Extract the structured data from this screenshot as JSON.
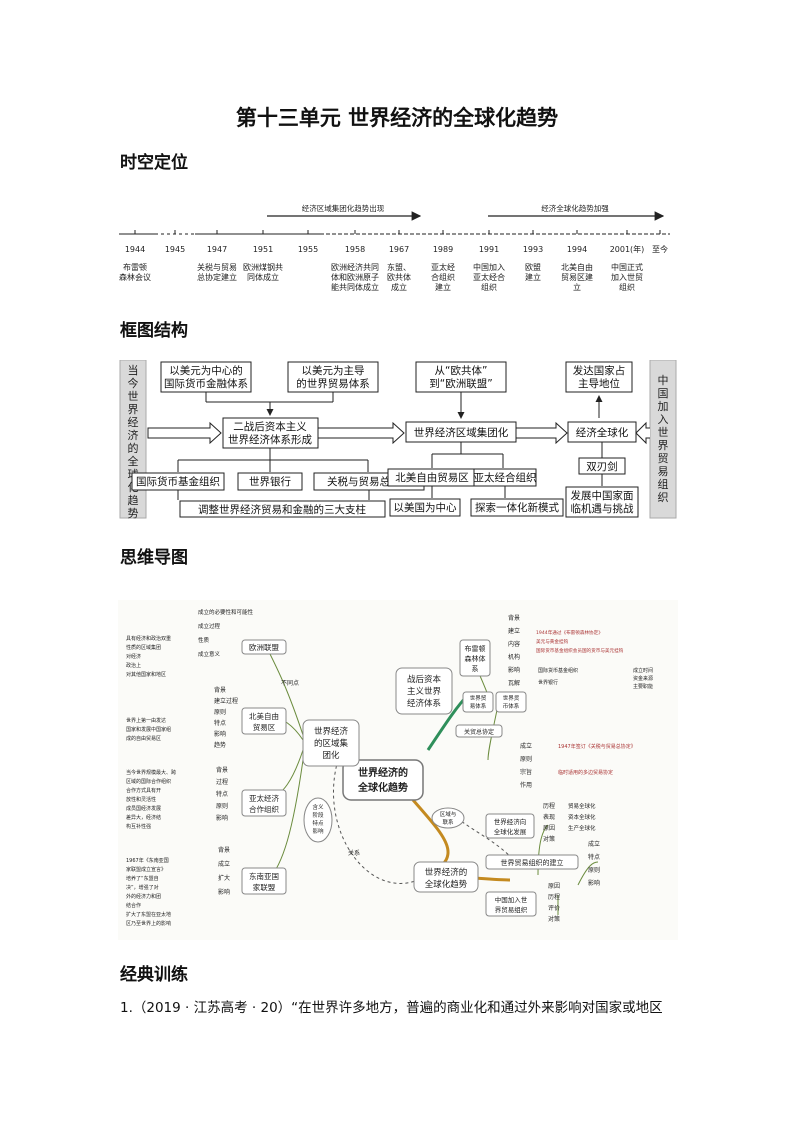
{
  "title": "第十三单元 世界经济的全球化趋势",
  "sections": {
    "timeline": "时空定位",
    "framework": "框图结构",
    "mindmap": "思维导图",
    "exercise": "经典训练"
  },
  "timeline": {
    "phase1": "经济区域集团化趋势出现",
    "phase2": "经济全球化趋势加强",
    "years": [
      "1944",
      "1945",
      "1947",
      "1951",
      "1955",
      "1958",
      "1967",
      "1989",
      "1991",
      "1993",
      "1994",
      "2001(年)",
      "至今"
    ],
    "events": [
      {
        "year": "1944",
        "lines": [
          "布雷顿",
          "森林会议"
        ]
      },
      {
        "year": "1947",
        "lines": [
          "关税与贸易",
          "总协定建立"
        ]
      },
      {
        "year": "1951",
        "lines": [
          "欧洲煤钢共",
          "同体成立"
        ]
      },
      {
        "year": "1958",
        "lines": [
          "欧洲经济共同",
          "体和欧洲原子",
          "能共同体成立"
        ]
      },
      {
        "year": "1967",
        "lines": [
          "东盟、",
          "欧共体",
          "成立"
        ]
      },
      {
        "year": "1989",
        "lines": [
          "亚太经",
          "合组织",
          "建立"
        ]
      },
      {
        "year": "1991",
        "lines": [
          "中国加入",
          "亚太经合",
          "组织"
        ]
      },
      {
        "year": "1993",
        "lines": [
          "欧盟",
          "建立"
        ]
      },
      {
        "year": "1994",
        "lines": [
          "北美自由",
          "贸易区建",
          "立"
        ]
      },
      {
        "year": "2001(年)",
        "lines": [
          "中国正式",
          "加入世贸",
          "组织"
        ]
      }
    ]
  },
  "framework": {
    "left_side": "当今世界经济的全球化趋势",
    "right_side": "中国加入世界贸易组织",
    "imf_center": [
      "以美元为中心的",
      "国际货币金融体系"
    ],
    "trade_system": [
      "以美元为主导",
      "的世界贸易体系"
    ],
    "postwar": [
      "二战后资本主义",
      "世界经济体系形成"
    ],
    "org_imf": "国际货币基金组织",
    "org_wb": "世界银行",
    "org_gatt": "关税与贸易总协定",
    "three_pillars": "调整世界经济贸易和金融的三大支柱",
    "ec_to_eu": [
      "从“欧共体”",
      "到“欧洲联盟”"
    ],
    "regional": "世界经济区域集团化",
    "nafta": "北美自由贸易区",
    "apec": "亚太经合组织",
    "us_center": "以美国为中心",
    "explore": "探索一体化新模式",
    "developed": [
      "发达国家占",
      "主导地位"
    ],
    "globalization": "经济全球化",
    "double_edge": "双刃剑",
    "china_dev": [
      "发展中国家面",
      "临机遇与挑战"
    ]
  },
  "mindmap": {
    "center": [
      "世界经济的",
      "全球化趋势"
    ],
    "b_regional": [
      "世界经济",
      "的区域集",
      "团化"
    ],
    "b_postwar": [
      "战后资本",
      "主义世界",
      "经济体系"
    ],
    "b_global": [
      "世界经济的",
      "全球化趋势"
    ],
    "eu": "欧洲联盟",
    "eu_items": [
      "成立的必要性和可能性",
      "成立过程",
      "性质",
      "成立意义"
    ],
    "eu_sub": [
      "具有经济和政治双重",
      "性质的区域集团",
      "对经济",
      "政治上",
      "对其他国家和地区"
    ],
    "nafta": [
      "北美自由",
      "贸易区"
    ],
    "nafta_items": [
      "背景",
      "建立过程",
      "原则",
      "特点",
      "影响",
      "趋势"
    ],
    "nafta_sub": [
      "世界上第一由发达",
      "国家和发展中国家组",
      "成的自由贸易区"
    ],
    "apec": [
      "亚太经济",
      "合作组织"
    ],
    "apec_items": [
      "背景",
      "过程",
      "特点",
      "原则",
      "影响"
    ],
    "apec_sub": [
      "当今世界规模最大、跨",
      "区域的国际合作组织",
      "合作方式具有开",
      "放性和灵活性",
      "成员国经济发展",
      "差异大，经济结",
      "构互补性强"
    ],
    "asean": [
      "东南亚国",
      "家联盟"
    ],
    "asean_items": [
      "背景",
      "成立",
      "扩大",
      "影响"
    ],
    "asean_sub": [
      "1967年《东南亚国",
      "家联盟成立宣言》",
      "培养了“东盟自",
      "决”，增强了对",
      "外的经济力和团",
      "结合作",
      "扩大了东盟在亚太地",
      "区乃至世界上的影响"
    ],
    "diff": "不同点",
    "compare": [
      "含义",
      "阶段",
      "特点",
      "影响"
    ],
    "relation": "关系",
    "bretton": [
      "布雷顿",
      "森林体",
      "系"
    ],
    "bretton_items": [
      "背景",
      "建立",
      "内容",
      "机构",
      "影响",
      "瓦解"
    ],
    "bretton_sub": [
      "1944年通过《布雷顿森林协定》",
      "美元与黄金挂钩",
      "国际货币基金组织会员国的货币与美元挂钩",
      "国际货币基金组织",
      "世界银行",
      "成立时间",
      "资金来源",
      "主要职能"
    ],
    "trade_system": [
      "世界贸",
      "易体系"
    ],
    "finance_system": [
      "世界货",
      "币体系"
    ],
    "gatt": "关贸总协定",
    "gatt_items": [
      "成立",
      "原则",
      "宗旨",
      "作用"
    ],
    "gatt_sub": [
      "1947年签订《关税与贸易总协定》",
      "临时适用的多边贸易协定"
    ],
    "regional_link": [
      "区域与",
      "联系"
    ],
    "g_dev": [
      "世界经济向",
      "全球化发展"
    ],
    "g_dev_items": [
      "历程",
      "表现",
      "原因",
      "对策"
    ],
    "g_dev_sub": [
      "贸易全球化",
      "资本全球化",
      "生产全球化"
    ],
    "wto": "世界贸易组织的建立",
    "wto_items": [
      "成立",
      "特点",
      "原则",
      "影响"
    ],
    "china_wto": [
      "中国加入世",
      "界贸易组织"
    ],
    "china_items": [
      "原因",
      "历程",
      "评价",
      "对策"
    ]
  },
  "exercise": {
    "q1": "1.（2019 · 江苏高考 · 20）“在世界许多地方，普遍的商业化和通过外来影响对国家或地区"
  }
}
